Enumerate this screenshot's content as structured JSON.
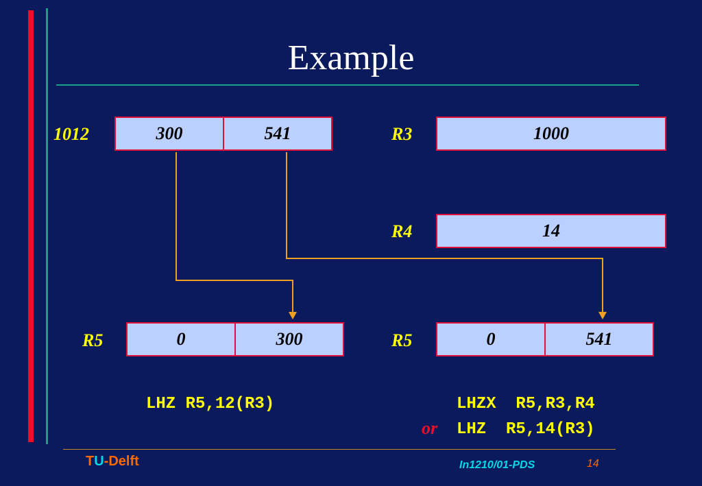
{
  "slide": {
    "title": "Example",
    "memory": {
      "address": "1012",
      "halfword_high": "300",
      "halfword_low": "541"
    },
    "registers": {
      "r3": {
        "name": "R3",
        "value": "1000"
      },
      "r4": {
        "name": "R4",
        "value": "14"
      },
      "r5_left": {
        "name": "R5",
        "high": "0",
        "low": "300"
      },
      "r5_right": {
        "name": "R5",
        "high": "0",
        "low": "541"
      }
    },
    "code": {
      "left_instruction": "LHZ R5,12(R3)",
      "right_instruction_1": "LHZX  R5,R3,R4",
      "or_label": "or",
      "right_instruction_2": "LHZ  R5,14(R3)"
    },
    "footer": {
      "logo_t": "T",
      "logo_u": "U",
      "logo_rest": "-Delft",
      "course": "In1210/01-PDS",
      "page_number": "14"
    },
    "colors": {
      "background": "#0a1a5c",
      "accent_red": "#e8102a",
      "accent_teal": "#1aa08a",
      "label_yellow": "#ffff00",
      "box_fill": "#bcd0ff",
      "arrow": "#f0a020"
    }
  }
}
